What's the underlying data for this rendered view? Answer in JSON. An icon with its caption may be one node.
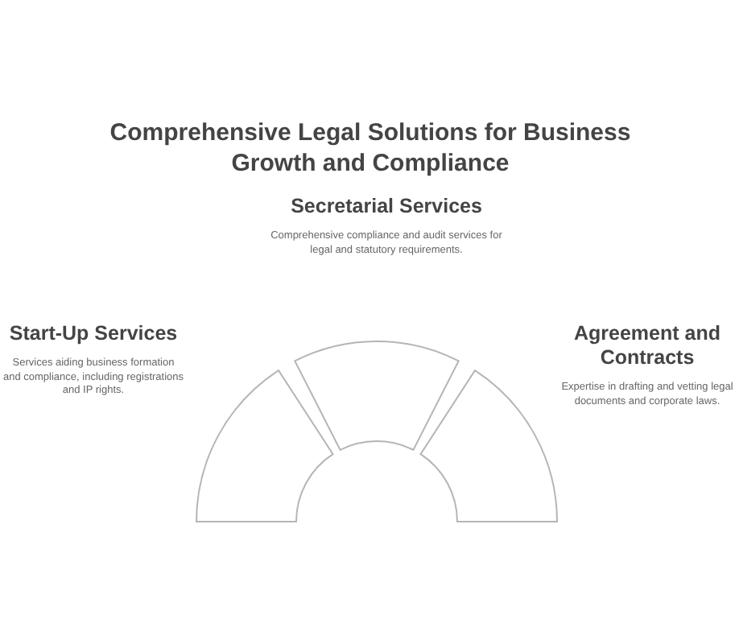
{
  "diagram": {
    "title": "Comprehensive Legal Solutions for Business Growth and Compliance",
    "nodes": [
      {
        "text": [
          "Secretarial Services",
          "Comprehensive compliance and audit services for legal and statutory requirements."
        ]
      },
      {
        "text": [
          "Start-Up Services",
          "Services aiding business formation and compliance, including registrations and IP rights."
        ]
      },
      {
        "text": [
          "Agreement and Contracts",
          "Expertise in drafting and vetting legal documents and corporate laws."
        ]
      },
      {
        "text": [],
        "shape": "sector"
      },
      {
        "text": [],
        "shape": "sector"
      },
      {
        "text": [],
        "shape": "sector"
      }
    ]
  }
}
